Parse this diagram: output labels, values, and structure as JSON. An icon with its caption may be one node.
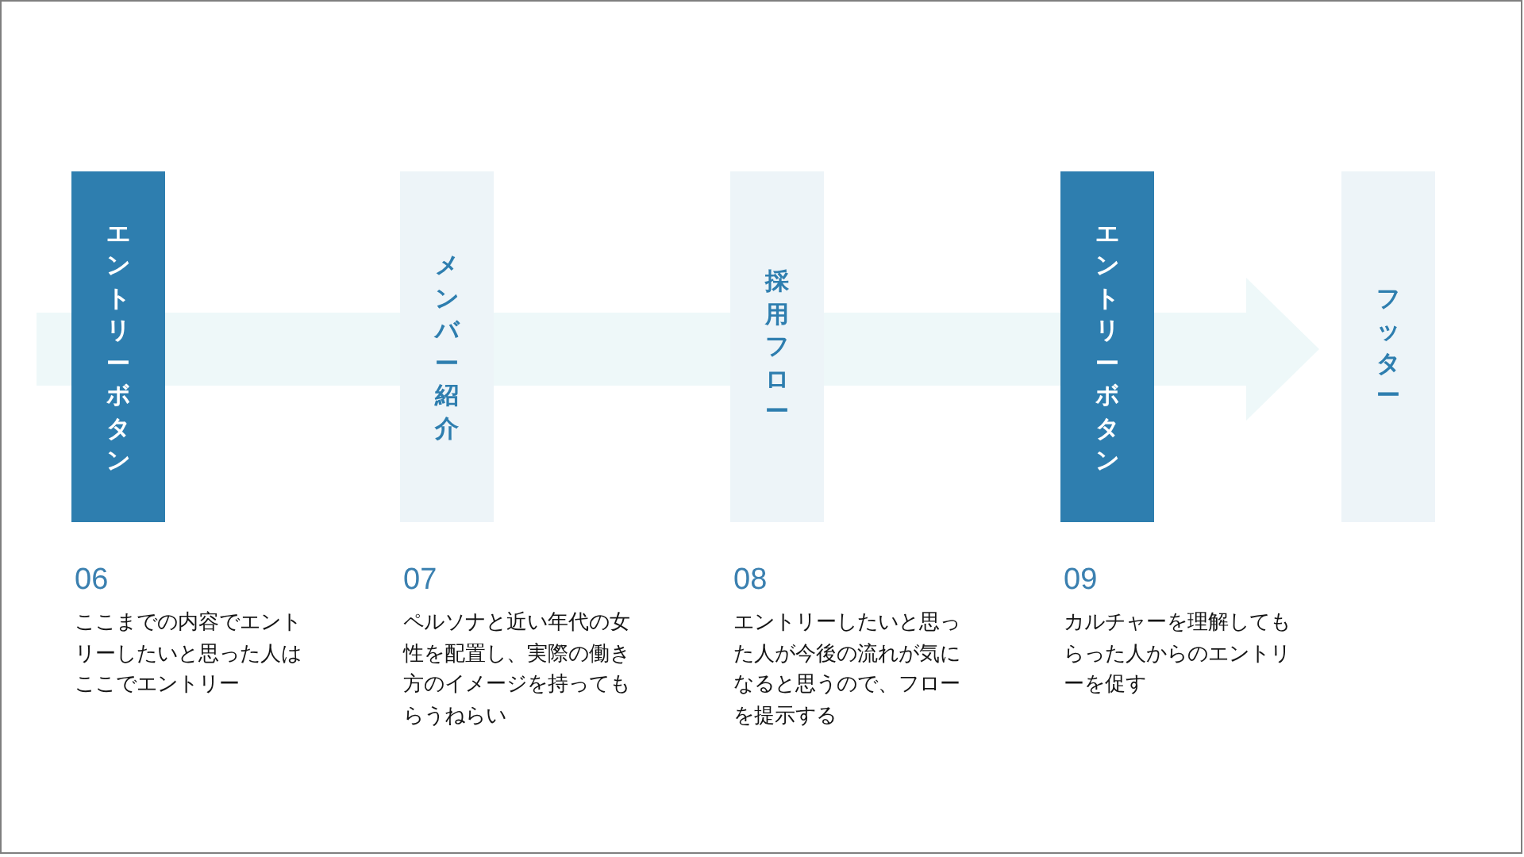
{
  "diagram": {
    "nodes": [
      {
        "text": [
          "エントリーボタン"
        ],
        "beside": [
          "06",
          "ここまでの内容でエントリーしたいと思った人はここでエントリー"
        ]
      },
      {
        "text": [
          "メンバー紹介"
        ],
        "beside": [
          "07",
          "ペルソナと近い年代の女性を配置し、実際の働き方のイメージを持ってもらうねらい"
        ]
      },
      {
        "text": [
          "採用フロー"
        ],
        "beside": [
          "08",
          "エントリーしたいと思った人が今後の流れが気になると思うので、フローを提示する"
        ]
      },
      {
        "text": [
          "エントリーボタン"
        ],
        "beside": [
          "09",
          "カルチャーを理解してもらった人からのエントリーを促す"
        ]
      },
      {
        "text": [
          "フッター"
        ]
      }
    ],
    "edges": [
      {
        "from": null,
        "to": 4,
        "arrow": "to",
        "style": "thick"
      }
    ]
  }
}
